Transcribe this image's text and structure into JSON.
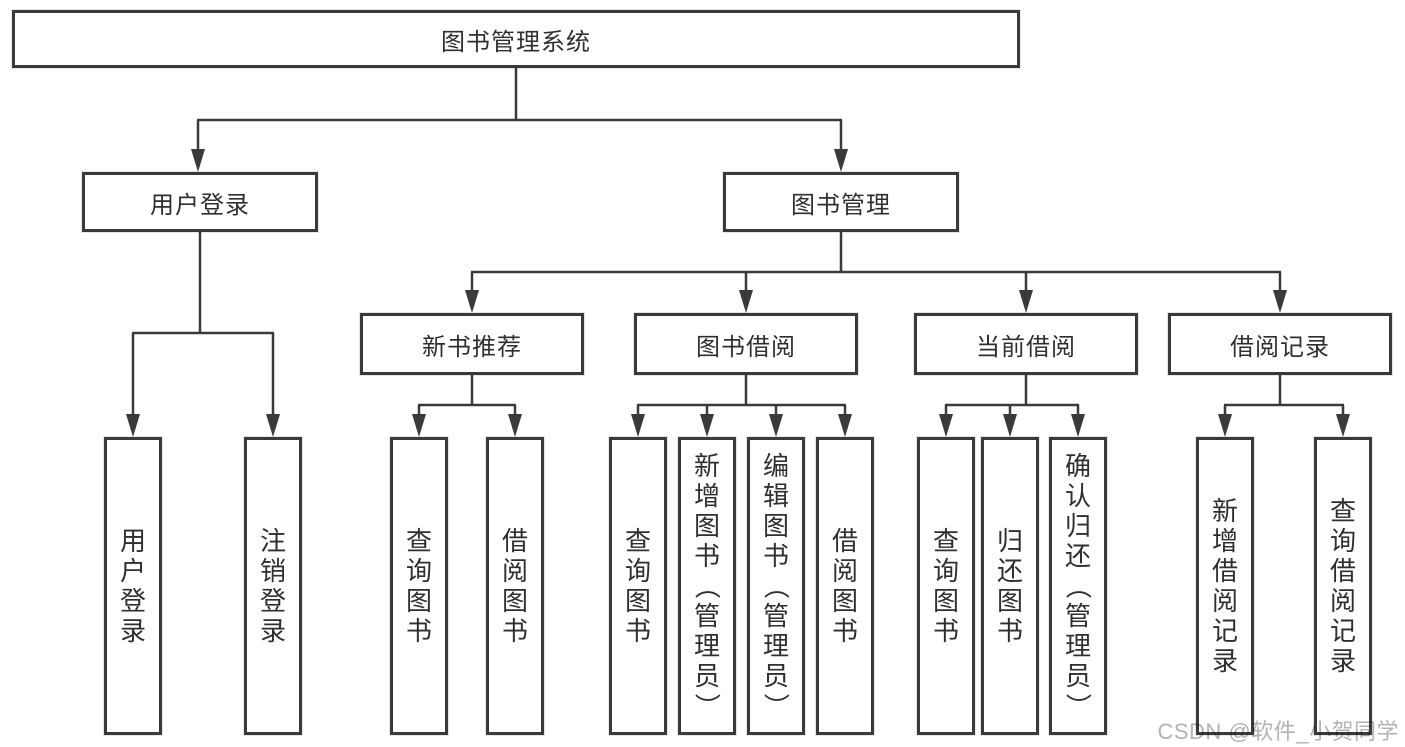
{
  "diagram": {
    "root": "图书管理系统",
    "level2": [
      {
        "label": "用户登录"
      },
      {
        "label": "图书管理"
      }
    ],
    "level3": [
      {
        "label": "新书推荐"
      },
      {
        "label": "图书借阅"
      },
      {
        "label": "当前借阅"
      },
      {
        "label": "借阅记录"
      }
    ],
    "leaves": {
      "user_login": [
        "用户登录",
        "注销登录"
      ],
      "new_book_rec": [
        "查询图书",
        "借阅图书"
      ],
      "book_borrow": [
        "查询图书",
        "新增图书（管理员）",
        "编辑图书（管理员）",
        "借阅图书"
      ],
      "current_borrow": [
        "查询图书",
        "归还图书",
        "确认归还（管理员）"
      ],
      "borrow_records": [
        "新增借阅记录",
        "查询借阅记录"
      ]
    },
    "colors": {
      "line": "#3a3a3a",
      "text": "#2f2f2f",
      "background": "#ffffff",
      "watermark": "#b3b3b3"
    }
  },
  "watermark": "CSDN @软件_小贺同学"
}
